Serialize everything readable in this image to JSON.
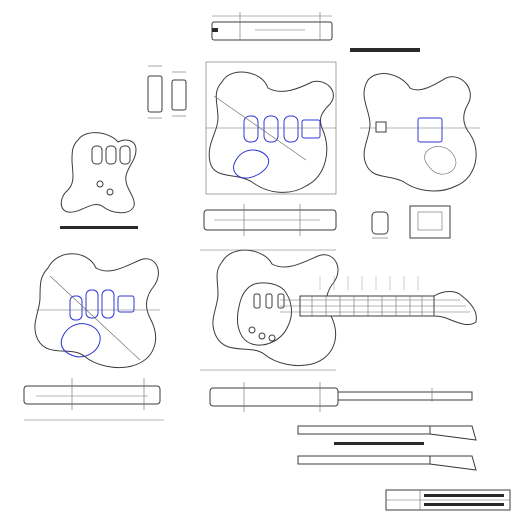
{
  "drawing": {
    "sheet_border": true,
    "colors": {
      "outline": "#3c3c3c",
      "cavity": "#2f37d6",
      "dimension": "#6a6a6a",
      "title_bar": "#2a2a2a"
    },
    "views": [
      "body-top-view",
      "body-rear-view",
      "pickguard-view",
      "body-front-view-left",
      "assembled-guitar-view",
      "body-side-view-top",
      "body-side-view-middle",
      "body-side-view-bottom",
      "neck-side-view-upper",
      "neck-side-view-lower",
      "title-block",
      "output-jack-detail",
      "plate-detail",
      "bridge-detail-a",
      "bridge-detail-b"
    ]
  }
}
